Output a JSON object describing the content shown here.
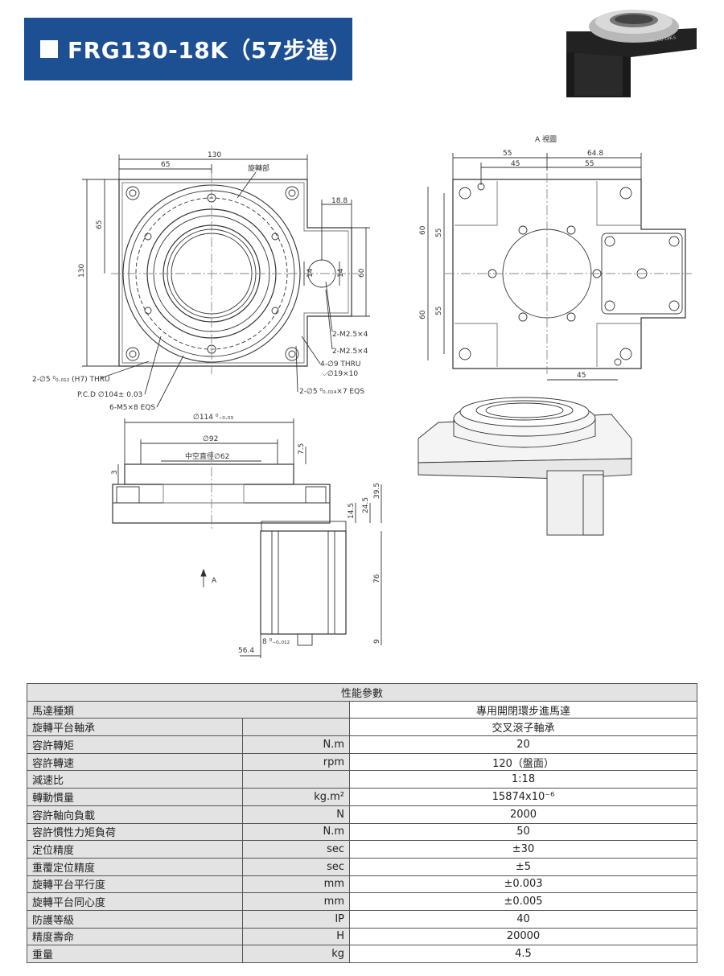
{
  "header": {
    "title": "FRG130-18K（57步進）"
  },
  "drawing": {
    "view_a_label": "A 視圖",
    "arrow_a_label": "A",
    "labels": {
      "rotating_part": "旋轉部",
      "hollow_dia": "中空直徑∅62",
      "tap1": "2-M2.5×4",
      "tap2": "2-M2.5×4",
      "thru9": "4-∅9 THRU",
      "cbore": "⌵∅19×10",
      "pin5": "2-∅5 ⁰₀.₀₁₄×7 EQS",
      "pin5h7": "2-∅5 ⁰₀.₀₁₂ (H7) THRU",
      "pcd": "P.C.D ∅104± 0.03",
      "m5": "6-M5×8 EQS",
      "d114": "∅114 ⁰₋₀.₀₃",
      "d92": "∅92"
    },
    "dims_top": [
      "130",
      "65",
      "18.8",
      "65",
      "130",
      "14",
      "14",
      "60"
    ],
    "dims_view_a": [
      "55",
      "64.8",
      "45",
      "55",
      "60",
      "55",
      "60",
      "55",
      "45"
    ],
    "dims_side": [
      "7.5",
      "3",
      "39.5",
      "24.5",
      "14.5",
      "76",
      "9",
      "56.4",
      "8 ⁰₋₀.₀₁₂"
    ]
  },
  "spec_table": {
    "title": "性能參數",
    "rows": [
      {
        "name": "馬達種類",
        "unit": "",
        "value": "專用開閉環步進馬達",
        "merged": true
      },
      {
        "name": "旋轉平台軸承",
        "unit": "",
        "value": "交叉滾子軸承"
      },
      {
        "name": "容許轉矩",
        "unit": "N.m",
        "value": "20"
      },
      {
        "name": "容許轉速",
        "unit": "rpm",
        "value": "120（盤面）"
      },
      {
        "name": "減速比",
        "unit": "",
        "value": "1:18"
      },
      {
        "name": "轉動慣量",
        "unit": "kg.m²",
        "value": "15874x10⁻⁶"
      },
      {
        "name": "容許軸向負載",
        "unit": "N",
        "value": "2000"
      },
      {
        "name": "容許慣性力矩負荷",
        "unit": "N.m",
        "value": "50"
      },
      {
        "name": "定位精度",
        "unit": "sec",
        "value": "±30"
      },
      {
        "name": "重覆定位精度",
        "unit": "sec",
        "value": "±5"
      },
      {
        "name": "旋轉平台平行度",
        "unit": "mm",
        "value": "±0.003"
      },
      {
        "name": "旋轉平台同心度",
        "unit": "mm",
        "value": "±0.005"
      },
      {
        "name": "防護等級",
        "unit": "IP",
        "value": "40"
      },
      {
        "name": "精度壽命",
        "unit": "H",
        "value": "20000"
      },
      {
        "name": "重量",
        "unit": "kg",
        "value": "4.5"
      }
    ]
  }
}
